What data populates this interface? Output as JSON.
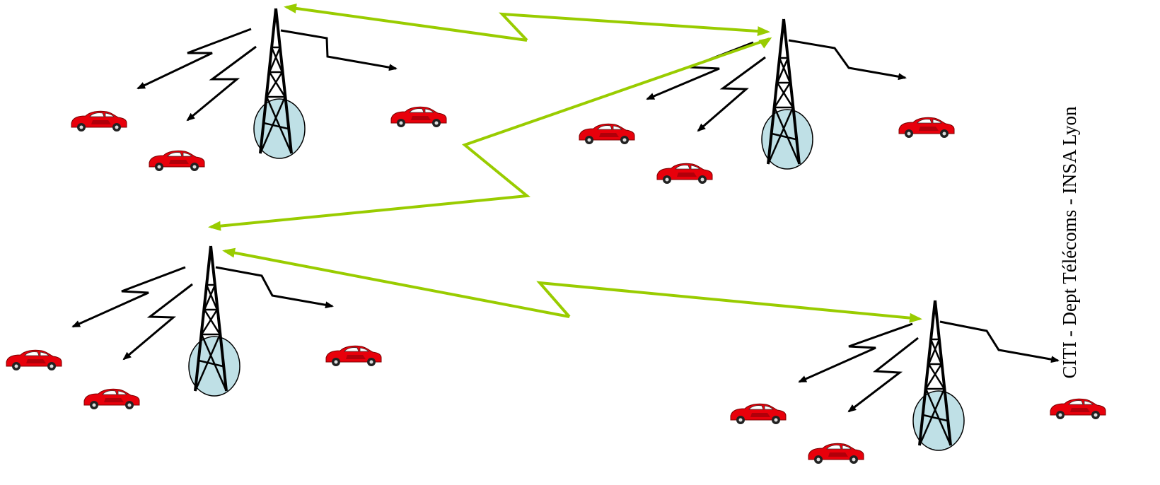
{
  "side_label": "CITI - Dept Télécoms - INSA Lyon",
  "colors": {
    "backbone_link": "#99CC00",
    "radio_link": "#000000",
    "antenna_disc": "#BFE0E6",
    "car_body": "#E8000B",
    "car_window": "#FFFFFF"
  },
  "icons": {
    "base_station": "antenna-tower-icon",
    "mobile": "red-car-icon"
  },
  "cells": [
    {
      "name": "cell-top-left",
      "cars": 3
    },
    {
      "name": "cell-top-right",
      "cars": 3
    },
    {
      "name": "cell-bottom-left",
      "cars": 3
    },
    {
      "name": "cell-bottom-right",
      "cars": 3
    }
  ],
  "backbone_links": [
    {
      "from": "cell-top-left",
      "to": "cell-top-right"
    },
    {
      "from": "cell-top-right",
      "to": "cell-bottom-left"
    },
    {
      "from": "cell-bottom-left",
      "to": "cell-bottom-right"
    }
  ]
}
